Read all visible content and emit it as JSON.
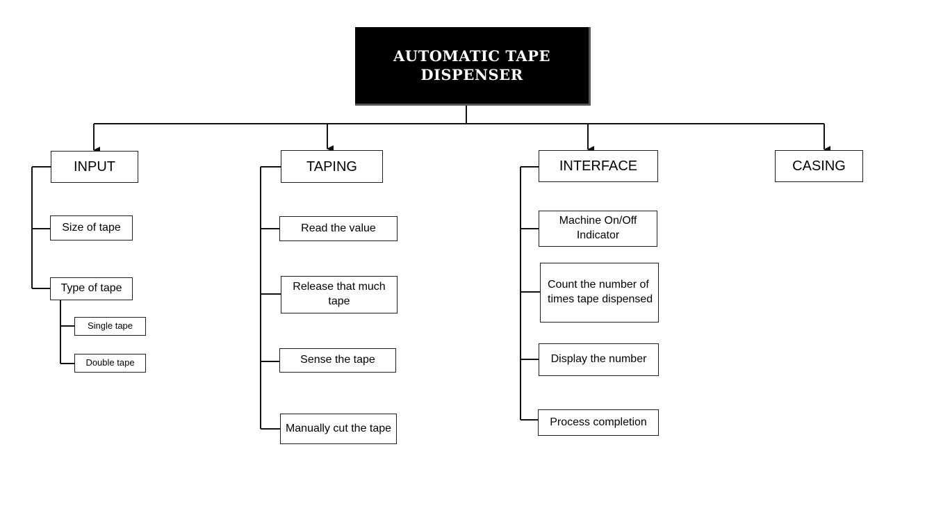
{
  "diagram": {
    "root": "AUTOMATIC TAPE\nDISPENSER",
    "categories": [
      {
        "label": "INPUT",
        "items": [
          "Size of tape",
          "Type of tape"
        ],
        "subitems": [
          "Single tape",
          "Double tape"
        ]
      },
      {
        "label": "TAPING",
        "items": [
          "Read the value",
          "Release that much tape",
          "Sense the tape",
          "Manually cut the tape"
        ]
      },
      {
        "label": "INTERFACE",
        "items": [
          "Machine On/Off Indicator",
          "Count the number of times tape dispensed",
          "Display the number",
          "Process completion"
        ]
      },
      {
        "label": "CASING",
        "items": []
      }
    ]
  }
}
